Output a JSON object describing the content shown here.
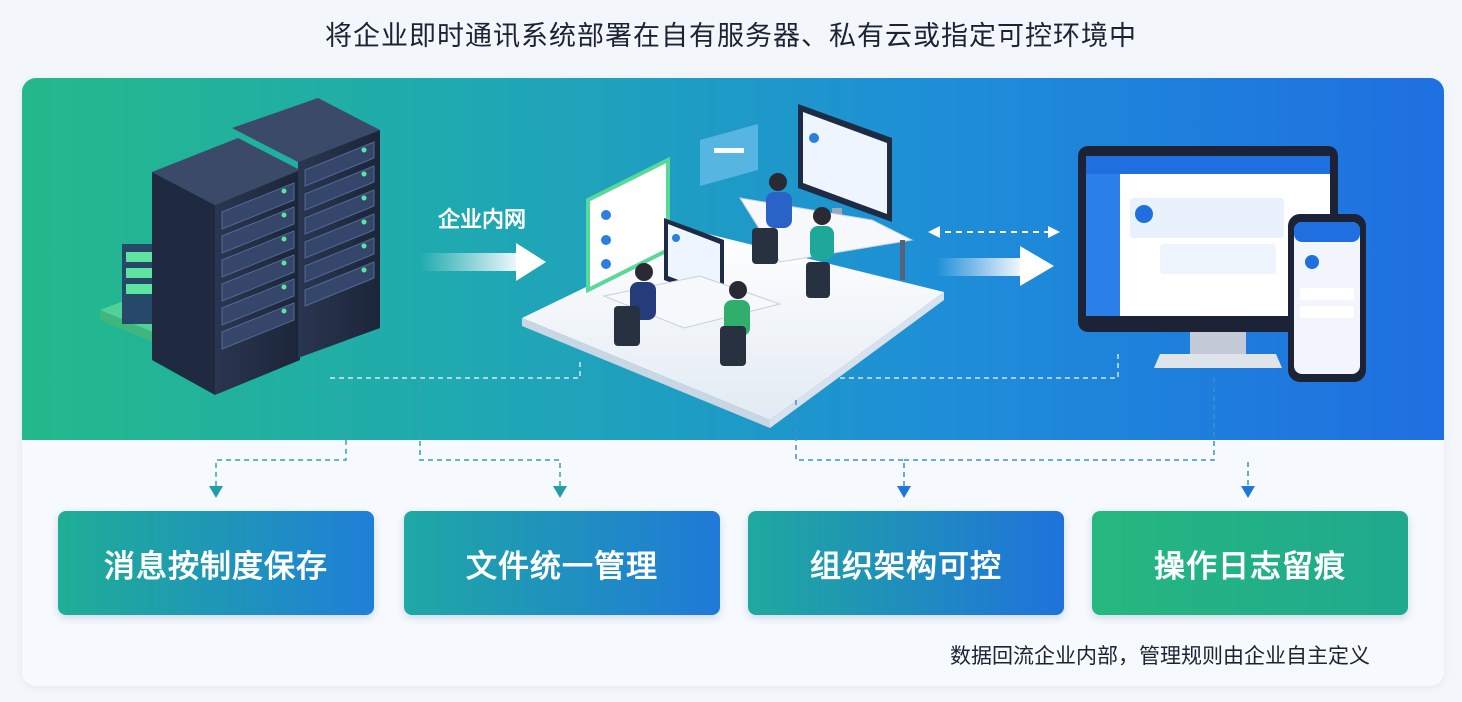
{
  "headline": "将企业即时通讯系统部署在自有服务器、私有云或指定可控环境中",
  "intranet_label": "企业内网",
  "features": [
    {
      "label": "消息按制度保存",
      "icon": "message-store"
    },
    {
      "label": "文件统一管理",
      "icon": "file-manage"
    },
    {
      "label": "组织架构可控",
      "icon": "org-control"
    },
    {
      "label": "操作日志留痕",
      "icon": "operation-log"
    }
  ],
  "footnote": "数据回流企业内部，管理规则由企业自主定义",
  "colors": {
    "hero_start": "#23b98a",
    "hero_end": "#1f6fe0",
    "arrow_teal": "#1fa8a4",
    "arrow_blue": "#1f72dc"
  }
}
